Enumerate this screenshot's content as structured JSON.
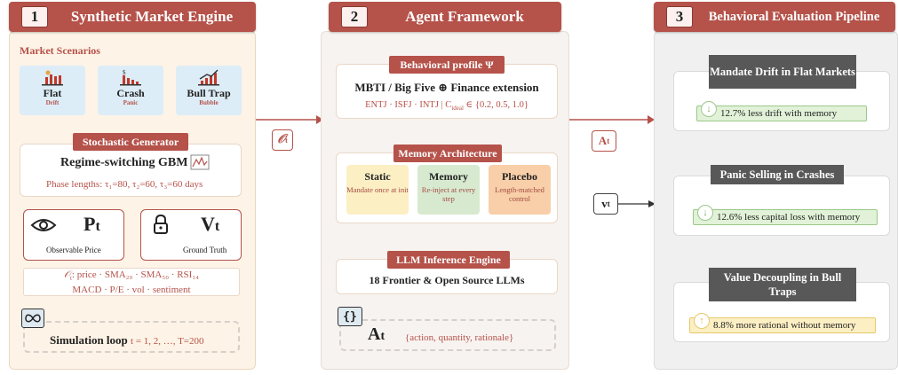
{
  "sections": [
    {
      "num": "1",
      "title": "Synthetic Market Engine"
    },
    {
      "num": "2",
      "title": "Agent Framework"
    },
    {
      "num": "3",
      "title": "Behavioral Evaluation Pipeline"
    }
  ],
  "engine": {
    "scenarios_label": "Market Scenarios",
    "scenarios": [
      {
        "name": "Flat",
        "sub": "Drift",
        "icon": "flat-bar-chart-icon"
      },
      {
        "name": "Crash",
        "sub": "Panic",
        "icon": "crash-money-icon"
      },
      {
        "name": "Bull Trap",
        "sub": "Bubble",
        "icon": "bull-trap-chart-icon"
      }
    ],
    "generator_label": "Stochastic Generator",
    "generator_title": "Regime-switching GBM",
    "phase_lengths": "Phase lengths: τ₁=80, τ₂=60, τ₃=60 days",
    "observable": {
      "symbol": "P",
      "sub": "t",
      "label": "Observable Price",
      "icon": "eye-icon"
    },
    "ground_truth": {
      "symbol": "V",
      "sub": "t",
      "label": "Ground Truth",
      "icon": "lock-icon"
    },
    "features_sym": "𝒪",
    "features_sub": "t",
    "features_line1": ": price · SMA₂₀ · SMA₅₀ · RSI₁₄",
    "features_line2": "MACD · P/E · vol · sentiment",
    "loop_label": "Simulation loop",
    "loop_range": "t = 1, 2, …, T=200"
  },
  "agent": {
    "profile_label": "Behavioral profile Ψ",
    "profile_title": "MBTI / Big Five ⊕ Finance extension",
    "profile_types": "ENTJ · ISFJ · INTJ",
    "profile_c": "C",
    "profile_c_sub": "ideal",
    "profile_c_vals": "∈ {0.2, 0.5, 1.0}",
    "memory_label": "Memory Architecture",
    "memory_cards": [
      {
        "title": "Static",
        "desc": "Mandate once at init",
        "color": "#fcefc4"
      },
      {
        "title": "Memory",
        "desc": "Re-inject at every step",
        "color": "#d7ead0"
      },
      {
        "title": "Placebo",
        "desc": "Length-matched control",
        "color": "#f8cfa8"
      }
    ],
    "llm_label": "LLM Inference Engine",
    "llm_title": "18 Frontier & Open Source LLMs",
    "action_sym": "A",
    "action_sub": "t",
    "action_desc": "{action, quantity, rationale}",
    "json_icon": "{}"
  },
  "connectors": {
    "obs": {
      "sym": "𝒪",
      "sub": "t"
    },
    "act": {
      "sym": "A",
      "sub": "t"
    },
    "val": {
      "sym": "v",
      "sub": "t"
    }
  },
  "evaluation": [
    {
      "title": "Mandate Drift in Flat Markets",
      "result": "12.7% less drift with memory",
      "arrow": "↓",
      "tone": "green"
    },
    {
      "title": "Panic Selling in Crashes",
      "result": "12.6% less capital loss with memory",
      "arrow": "↓",
      "tone": "green"
    },
    {
      "title": "Value Decoupling in Bull Traps",
      "result": "8.8% more rational without memory",
      "arrow": "↑",
      "tone": "yellow"
    }
  ]
}
